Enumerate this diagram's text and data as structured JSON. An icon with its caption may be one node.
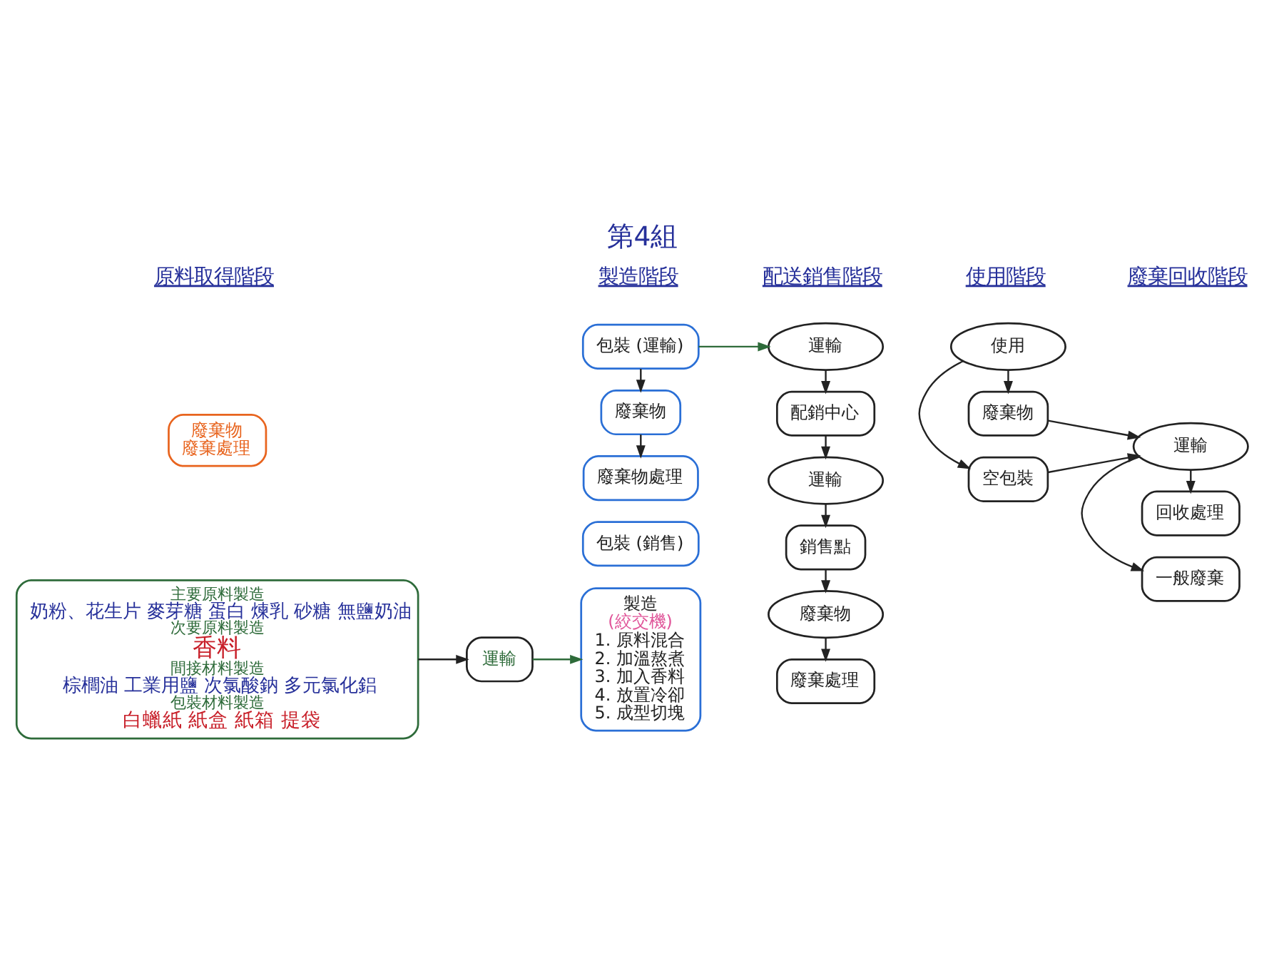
{
  "diagram": {
    "title": "第4組",
    "nodes": [
      {
        "text": [
          "主要原料製造",
          "奶粉、花生片 麥芽糖 蛋白 煉乳 砂糖 無鹽奶油",
          "次要原料製造",
          "香料",
          "間接材料製造",
          "棕櫚油 工業用鹽 次氯酸鈉 多元氯化鋁",
          "包裝材料製造",
          "白蠟紙 紙盒 紙箱 提袋"
        ]
      },
      {
        "text": [
          "廢棄物",
          "廢棄處理"
        ]
      },
      {
        "text": [
          "運輸"
        ]
      },
      {
        "text": [
          "製造",
          "(絞交機)",
          "1. 原料混合",
          "2. 加溫熬煮",
          "3. 加入香料",
          "4. 放置冷卻",
          "5. 成型切塊"
        ]
      },
      {
        "text": [
          "包裝 (銷售)"
        ]
      },
      {
        "text": [
          "包裝 (運輸)"
        ]
      },
      {
        "text": [
          "廢棄物"
        ]
      },
      {
        "text": [
          "廢棄物處理"
        ]
      },
      {
        "text": [
          "運輸"
        ]
      },
      {
        "text": [
          "配銷中心"
        ]
      },
      {
        "text": [
          "運輸"
        ]
      },
      {
        "text": [
          "銷售點"
        ]
      },
      {
        "text": [
          "廢棄物"
        ]
      },
      {
        "text": [
          "廢棄處理"
        ]
      },
      {
        "text": [
          "使用"
        ]
      },
      {
        "text": [
          "空包裝"
        ]
      },
      {
        "text": [
          "廢棄物"
        ]
      },
      {
        "text": [
          "運輸"
        ]
      },
      {
        "text": [
          "一般廢棄"
        ]
      },
      {
        "text": [
          "回收處理"
        ]
      }
    ],
    "edges": [
      {
        "from": 0,
        "to": 2,
        "arrow": "to"
      },
      {
        "from": 2,
        "to": 3,
        "arrow": "to",
        "color": "#2e6b3a"
      },
      {
        "from": 5,
        "to": 6,
        "arrow": "to"
      },
      {
        "from": 6,
        "to": 7,
        "arrow": "to"
      },
      {
        "from": 5,
        "to": 8,
        "arrow": "to",
        "color": "#2e6b3a"
      },
      {
        "from": 8,
        "to": 9,
        "arrow": "to"
      },
      {
        "from": 9,
        "to": 10,
        "arrow": "to"
      },
      {
        "from": 10,
        "to": 11,
        "arrow": "to"
      },
      {
        "from": 11,
        "to": 12,
        "arrow": "to"
      },
      {
        "from": 12,
        "to": 13,
        "arrow": "to"
      },
      {
        "from": 14,
        "to": 15,
        "arrow": "to"
      },
      {
        "from": 14,
        "to": 16,
        "arrow": "to"
      },
      {
        "from": 15,
        "to": 17,
        "arrow": "to"
      },
      {
        "from": 16,
        "to": 17,
        "arrow": "to"
      },
      {
        "from": 17,
        "to": 18,
        "arrow": "to"
      },
      {
        "from": 17,
        "to": 19,
        "arrow": "to"
      }
    ],
    "labels": [
      "原料取得階段",
      "製造階段",
      "配送銷售階段",
      "使用階段",
      "廢棄回收階段"
    ]
  }
}
